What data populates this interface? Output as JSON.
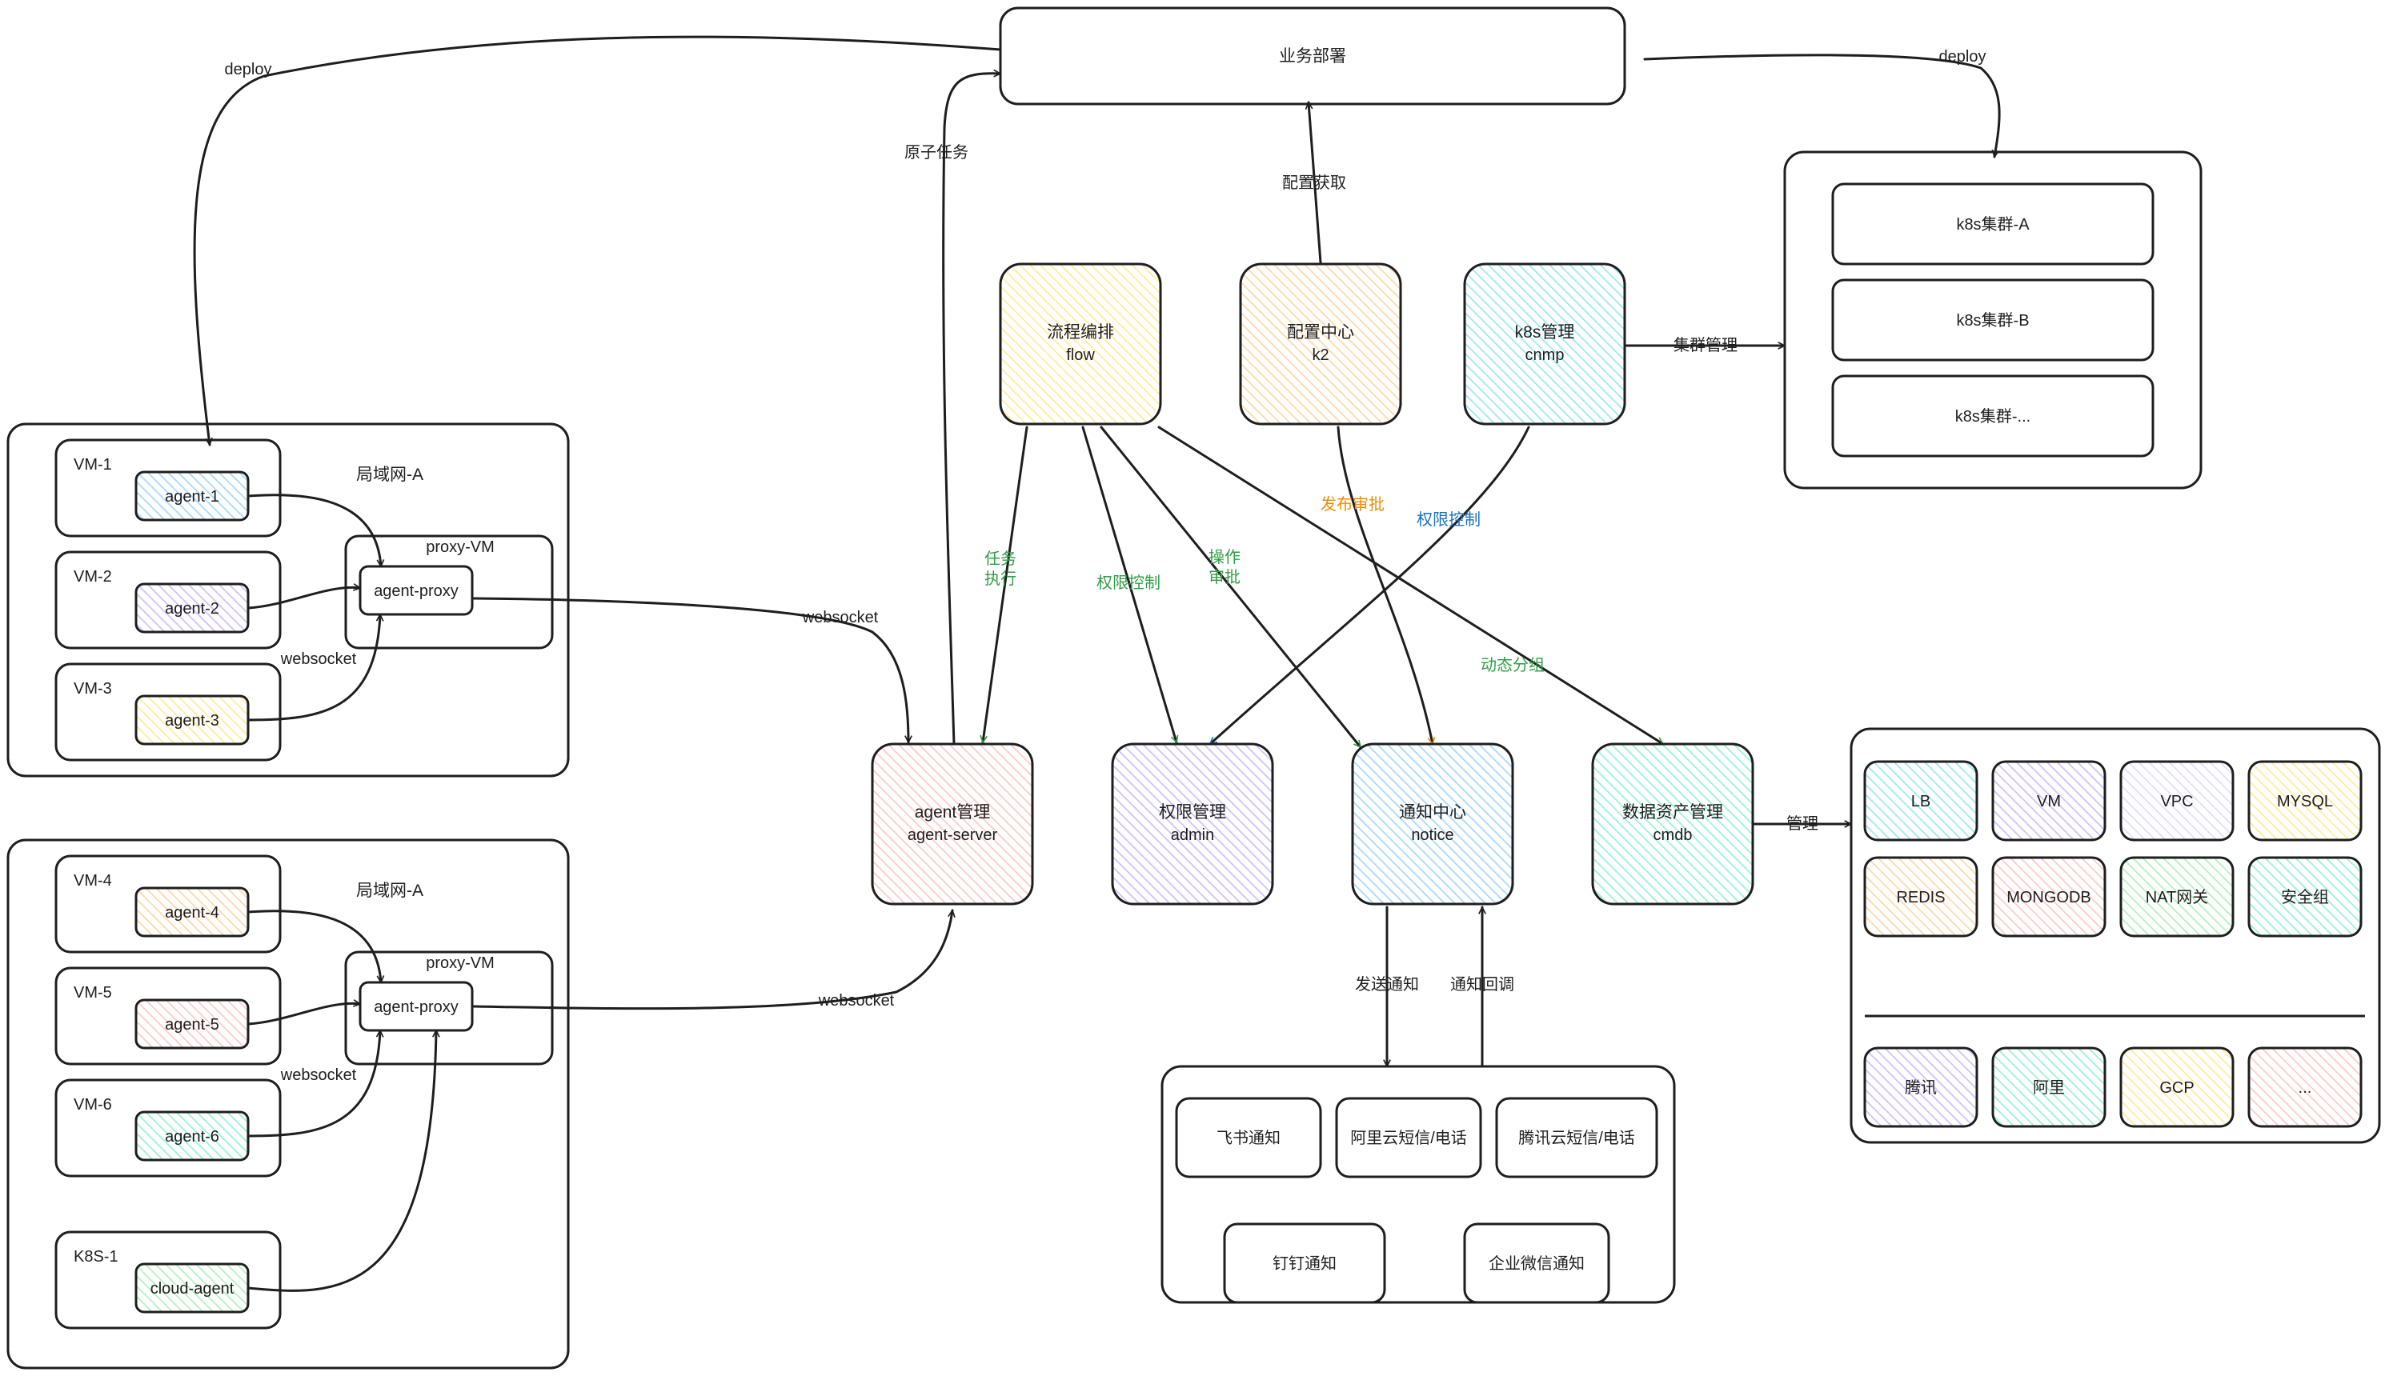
{
  "colors": {
    "stroke": "#1e1e1e",
    "green": "#2f9e44",
    "orange": "#f08c00",
    "blue": "#1971c2",
    "yellow": "#ffec99",
    "peach": "#ffd8a8",
    "cyan": "#99e9f2",
    "pink": "#ffc9c9",
    "purple": "#d0bfff",
    "lightblue": "#a5d8ff",
    "teal": "#96f2d7",
    "lavender": "#e5dbff",
    "green2": "#b2f2bb"
  },
  "deploy": {
    "label": "业务部署"
  },
  "k8s_group": {
    "items": [
      "k8s集群-A",
      "k8s集群-B",
      "k8s集群-..."
    ]
  },
  "services": {
    "flow": {
      "name": "流程编排",
      "id": "flow"
    },
    "k2": {
      "name": "配置中心",
      "id": "k2"
    },
    "cnmp": {
      "name": "k8s管理",
      "id": "cnmp"
    },
    "agent_server": {
      "name": "agent管理",
      "id": "agent-server"
    },
    "admin": {
      "name": "权限管理",
      "id": "admin"
    },
    "notice": {
      "name": "通知中心",
      "id": "notice"
    },
    "cmdb": {
      "name": "数据资产管理",
      "id": "cmdb"
    }
  },
  "lan1": {
    "lan_label": "局域网-A",
    "proxy_label": "proxy-VM",
    "proxy_agent": "agent-proxy",
    "ws_label": "websocket",
    "vms": [
      {
        "name": "VM-1",
        "agent": "agent-1"
      },
      {
        "name": "VM-2",
        "agent": "agent-2"
      },
      {
        "name": "VM-3",
        "agent": "agent-3"
      }
    ]
  },
  "lan2": {
    "lan_label": "局域网-A",
    "proxy_label": "proxy-VM",
    "proxy_agent": "agent-proxy",
    "ws_label": "websocket",
    "vms": [
      {
        "name": "VM-4",
        "agent": "agent-4"
      },
      {
        "name": "VM-5",
        "agent": "agent-5"
      },
      {
        "name": "VM-6",
        "agent": "agent-6"
      },
      {
        "name": "K8S-1",
        "agent": "cloud-agent"
      }
    ]
  },
  "notify_channels": [
    "飞书通知",
    "阿里云短信/电话",
    "腾讯云短信/电话",
    "钉钉通知",
    "企业微信通知"
  ],
  "assets": {
    "resources": [
      "LB",
      "VM",
      "VPC",
      "MYSQL",
      "REDIS",
      "MONGODB",
      "NAT网关",
      "安全组"
    ],
    "clouds": [
      "腾讯",
      "阿里",
      "GCP",
      "..."
    ]
  },
  "edge_labels": {
    "deploy_left": "deploy",
    "deploy_right": "deploy",
    "atomic_task": "原子任务",
    "config_fetch": "配置获取",
    "cluster_mgmt": "集群管理",
    "task_exec_1": "任务",
    "task_exec_2": "执行",
    "perm_ctrl_green": "权限控制",
    "op_approve_1": "操作",
    "op_approve_2": "审批",
    "dynamic_group": "动态分组",
    "release_approve": "发布审批",
    "perm_ctrl_blue": "权限控制",
    "ws_top": "websocket",
    "ws_bottom": "websocket",
    "send_notify": "发送通知",
    "notify_callback": "通知回调",
    "manage": "管理"
  }
}
